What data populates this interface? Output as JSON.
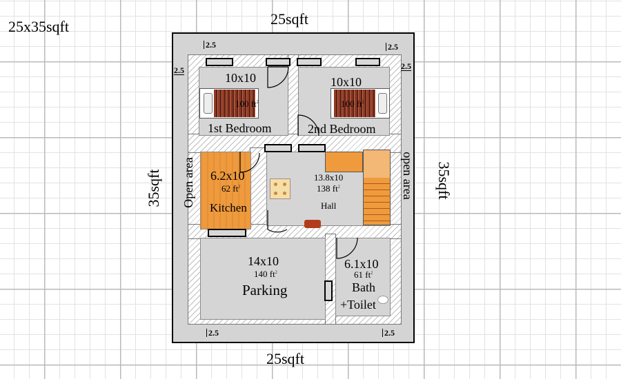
{
  "title": "25x35sqft",
  "plot": {
    "top": "25sqft",
    "bottom": "25sqft",
    "left": "35sqft",
    "right": "35sqft"
  },
  "setback": "2.5",
  "open_area": {
    "left": "Open area",
    "right": "open area"
  },
  "rooms": {
    "bedroom1": {
      "size": "10x10",
      "area": "100 ft",
      "name": "1st Bedroom"
    },
    "bedroom2": {
      "size": "10x10",
      "area": "100 ft",
      "name": "2nd Bedroom"
    },
    "kitchen": {
      "size": "6.2x10",
      "area": "62 ft",
      "name": "Kitchen"
    },
    "hall": {
      "size": "13.8x10",
      "area": "138 ft",
      "name": "Hall"
    },
    "parking": {
      "size": "14x10",
      "area": "140 ft",
      "name": "Parking"
    },
    "bath": {
      "size": "6.1x10",
      "area": "61 ft",
      "name": "Bath",
      "name2": "+Toilet"
    }
  },
  "area_superscript": "2",
  "colors": {
    "wood": "#ef9a3c",
    "bedspread": "#7a2d1e",
    "plan_bg": "#d4d4d4"
  }
}
